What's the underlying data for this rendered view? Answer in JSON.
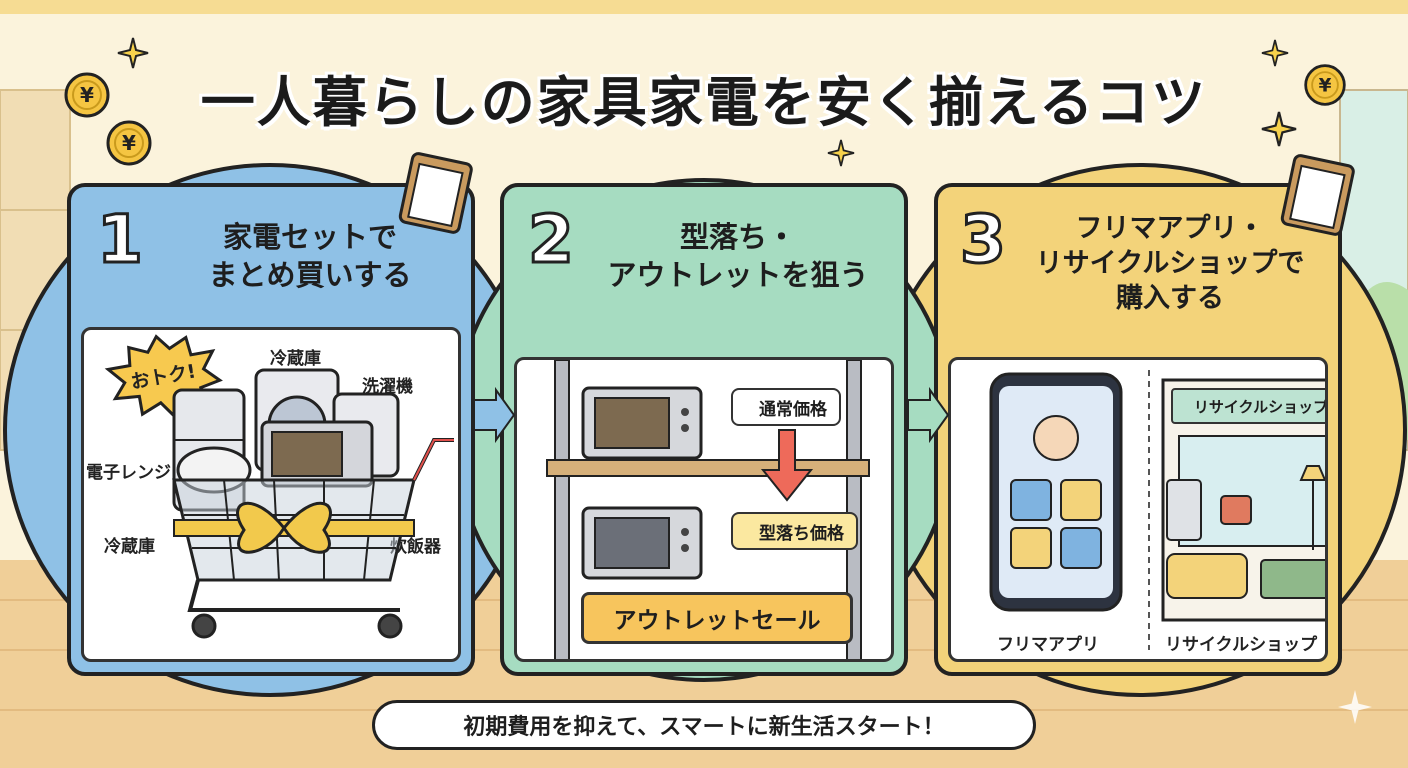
{
  "title": "一人暮らしの家具家電を安く揃えるコツ",
  "panels": [
    {
      "number": "1",
      "title_line1": "家電セットで",
      "title_line2": "まとめ買いする",
      "badge": "おトク!",
      "labels": {
        "fridge_top": "冷蔵庫",
        "washer": "洗濯機",
        "microwave": "電子レンジ",
        "fridge_bottom": "冷蔵庫",
        "rice_cooker": "炊飯器"
      }
    },
    {
      "number": "2",
      "title_line1": "型落ち・",
      "title_line2": "アウトレットを狙う",
      "tag_normal": "通常価格",
      "tag_outlet": "型落ち価格",
      "sale_sign": "アウトレットセール"
    },
    {
      "number": "3",
      "title_line1": "フリマアプリ・",
      "title_line2": "リサイクルショップで",
      "title_line3": "購入する",
      "shop_sign": "リサイクルショップ",
      "caption_app": "フリマアプリ",
      "caption_shop": "リサイクルショップ"
    }
  ],
  "footer": "初期費用を抑えて、スマートに新生活スタート！",
  "coin_symbol": "¥",
  "colors": {
    "blue": "#8fc1e6",
    "green": "#a6dcc1",
    "yellow": "#f3d37a",
    "outline": "#222222"
  }
}
